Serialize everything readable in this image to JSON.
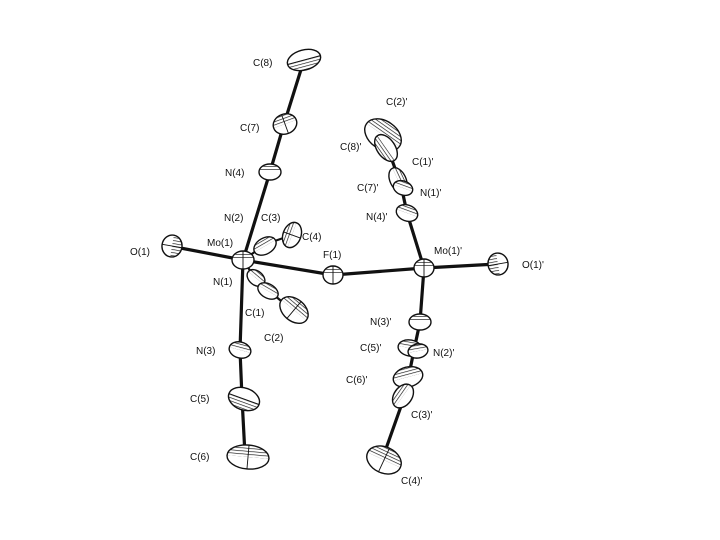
{
  "atoms": {
    "mo1": "Mo(1)",
    "mo1p": "Mo(1)'",
    "f1": "F(1)",
    "o1": "O(1)",
    "o1p": "O(1)'",
    "n1": "N(1)",
    "n2": "N(2)",
    "n3": "N(3)",
    "n4": "N(4)",
    "n1p": "N(1)'",
    "n2p": "N(2)'",
    "n3p": "N(3)'",
    "n4p": "N(4)'",
    "c1": "C(1)",
    "c2": "C(2)",
    "c3": "C(3)",
    "c4": "C(4)",
    "c5": "C(5)",
    "c6": "C(6)",
    "c7": "C(7)",
    "c8": "C(8)",
    "c1p": "C(1)'",
    "c2p": "C(2)'",
    "c3p": "C(3)'",
    "c4p": "C(4)'",
    "c5p": "C(5)'",
    "c6p": "C(6)'",
    "c7p": "C(7)'",
    "c8p": "C(8)'"
  }
}
